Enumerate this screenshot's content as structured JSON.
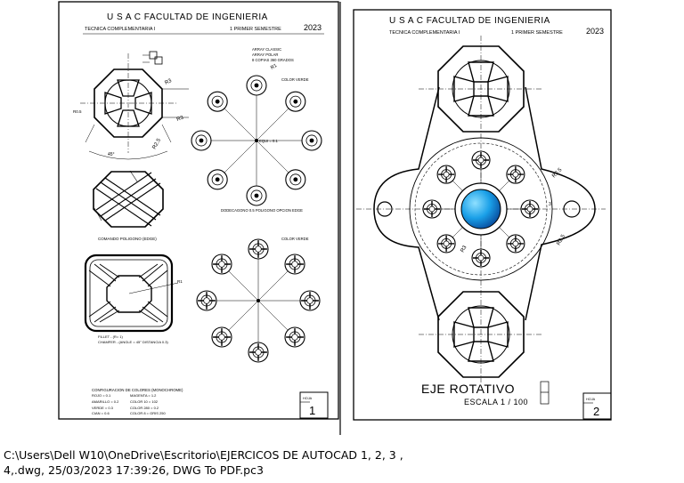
{
  "sheet1": {
    "header_title": "U S A C  FACULTAD DE INGENIERIA",
    "header_sub_left": "TECNICA COMPLEMENTARIA  I",
    "header_sub_mid": "1 PRIMER SEMESTRE",
    "year": "2023",
    "dim_r3_top": "R3",
    "dim_r3_side": "R3",
    "dim_r2_5": "R2.5",
    "dim_r0_5": "R0.5",
    "dim_r1": "R1",
    "dim_45": "45°",
    "array_notes": [
      "ARRAY CLASSIC",
      "ARRAY POLAR",
      "8 COPIAS   360 GRADOS"
    ],
    "color_verde_1": "COLOR VERDE",
    "dim_eq": "EQUI = 0.1",
    "polygon_label": "COMANDO POLIGONO (EDGE)",
    "dodeca_label": "DODECAGONO 0.5 POLIGONO OPCION EDGE",
    "color_verde_2": "COLOR VERDE",
    "fillet_r1": "R1",
    "fillet_lines": [
      "FILLET - (R= 1)",
      "CHAMFER - (ANGLE = 45° DISTANCIA 0.3)"
    ],
    "config_title": "CONFIGURACION  DE COLORES (MONOCHROME)",
    "config_col1": [
      "ROJO  = 0.1",
      "AMARILLO  = 0.2",
      "VERDE  = 0.3",
      "CIAN  = 0.6"
    ],
    "config_col2": [
      "MAGENTA  = 1.2",
      "COLOR 10  = 102",
      "COLOR 280  = 0.2",
      "COLOR 8  = GRIS 250"
    ],
    "hoja_label": "HOJA",
    "hoja_num": "1"
  },
  "sheet2": {
    "header_title": "U S A C  FACULTAD DE INGENIERIA",
    "header_sub_left": "TECNICA COMPLEMENTARIA  I",
    "header_sub_mid": "1 PRIMER SEMESTRE",
    "year": "2023",
    "dim_r2_5_a": "R2.5",
    "dim_r2_5_b": "R2.5",
    "dim_r3": "R3",
    "dim_small": "3",
    "main_title": "EJE  ROTATIVO",
    "scale": "ESCALA  1 / 100",
    "hoja_label": "HOJA",
    "hoja_num": "2",
    "accent_color": "#1aa0e8"
  },
  "footer": {
    "line1": "C:\\Users\\Dell W10\\OneDrive\\Escritorio\\EJERCICOS  DE  AUTOCAD 1, 2, 3 ,",
    "line2": "4,.dwg, 25/03/2023 17:39:26, DWG To PDF.pc3"
  }
}
